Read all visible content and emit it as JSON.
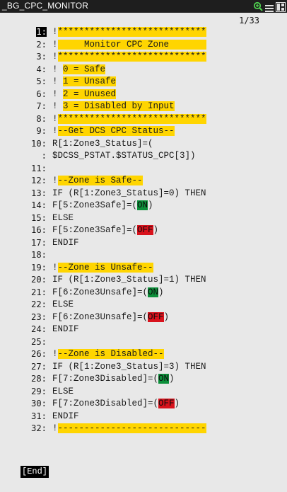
{
  "window": {
    "title": "_BG_CPC_MONITOR",
    "icons": [
      "zoom-icon",
      "menu-icon",
      "split-icon"
    ]
  },
  "position_indicator": "1/33",
  "colors": {
    "highlight": "#ffd500",
    "on": "#0c8f3a",
    "off": "#d8121c",
    "background": "#e8e8e8"
  },
  "lines": [
    {
      "num": "1:",
      "segments": [
        {
          "t": "!"
        },
        {
          "t": "****************************",
          "cls": "hl"
        }
      ],
      "cursor": true
    },
    {
      "num": "2:",
      "segments": [
        {
          "t": "!"
        },
        {
          "t": "     Monitor CPC Zone       ",
          "cls": "hl"
        }
      ]
    },
    {
      "num": "3:",
      "segments": [
        {
          "t": "!"
        },
        {
          "t": "****************************",
          "cls": "hl"
        }
      ]
    },
    {
      "num": "4:",
      "segments": [
        {
          "t": "! "
        },
        {
          "t": "0 = Safe",
          "cls": "hl"
        }
      ]
    },
    {
      "num": "5:",
      "segments": [
        {
          "t": "! "
        },
        {
          "t": "1 = Unsafe",
          "cls": "hl"
        }
      ]
    },
    {
      "num": "6:",
      "segments": [
        {
          "t": "! "
        },
        {
          "t": "2 = Unused",
          "cls": "hl"
        }
      ]
    },
    {
      "num": "7:",
      "segments": [
        {
          "t": "! "
        },
        {
          "t": "3 = Disabled by Input",
          "cls": "hl"
        }
      ]
    },
    {
      "num": "8:",
      "segments": [
        {
          "t": "!"
        },
        {
          "t": "****************************",
          "cls": "hl"
        }
      ]
    },
    {
      "num": "9:",
      "segments": [
        {
          "t": "!"
        },
        {
          "t": "--Get DCS CPC Status--",
          "cls": "hl"
        }
      ]
    },
    {
      "num": "10:",
      "segments": [
        {
          "t": "R[1:Zone3_Status]=("
        }
      ]
    },
    {
      "num": ":",
      "segments": [
        {
          "t": "$DCSS_PSTAT.$STATUS_CPC[3])"
        }
      ]
    },
    {
      "num": "11:",
      "segments": [
        {
          "t": ""
        }
      ]
    },
    {
      "num": "12:",
      "segments": [
        {
          "t": "!"
        },
        {
          "t": "--Zone is Safe--",
          "cls": "hl"
        }
      ]
    },
    {
      "num": "13:",
      "segments": [
        {
          "t": "IF (R[1:Zone3_Status]=0) THEN"
        }
      ]
    },
    {
      "num": "14:",
      "segments": [
        {
          "t": "F[5:Zone3Safe]=("
        },
        {
          "t": "ON",
          "cls": "on"
        },
        {
          "t": ")"
        }
      ]
    },
    {
      "num": "15:",
      "segments": [
        {
          "t": "ELSE"
        }
      ]
    },
    {
      "num": "16:",
      "segments": [
        {
          "t": "F[5:Zone3Safe]=("
        },
        {
          "t": "OFF",
          "cls": "off"
        },
        {
          "t": ")"
        }
      ]
    },
    {
      "num": "17:",
      "segments": [
        {
          "t": "ENDIF"
        }
      ]
    },
    {
      "num": "18:",
      "segments": [
        {
          "t": ""
        }
      ]
    },
    {
      "num": "19:",
      "segments": [
        {
          "t": "!"
        },
        {
          "t": "--Zone is Unsafe--",
          "cls": "hl"
        }
      ]
    },
    {
      "num": "20:",
      "segments": [
        {
          "t": "IF (R[1:Zone3_Status]=1) THEN"
        }
      ]
    },
    {
      "num": "21:",
      "segments": [
        {
          "t": "F[6:Zone3Unsafe]=("
        },
        {
          "t": "ON",
          "cls": "on"
        },
        {
          "t": ")"
        }
      ]
    },
    {
      "num": "22:",
      "segments": [
        {
          "t": "ELSE"
        }
      ]
    },
    {
      "num": "23:",
      "segments": [
        {
          "t": "F[6:Zone3Unsafe]=("
        },
        {
          "t": "OFF",
          "cls": "off"
        },
        {
          "t": ")"
        }
      ]
    },
    {
      "num": "24:",
      "segments": [
        {
          "t": "ENDIF"
        }
      ]
    },
    {
      "num": "25:",
      "segments": [
        {
          "t": ""
        }
      ]
    },
    {
      "num": "26:",
      "segments": [
        {
          "t": "!"
        },
        {
          "t": "--Zone is Disabled--",
          "cls": "hl"
        }
      ]
    },
    {
      "num": "27:",
      "segments": [
        {
          "t": "IF (R[1:Zone3_Status]=3) THEN"
        }
      ]
    },
    {
      "num": "28:",
      "segments": [
        {
          "t": "F[7:Zone3Disabled]=("
        },
        {
          "t": "ON",
          "cls": "on"
        },
        {
          "t": ")"
        }
      ]
    },
    {
      "num": "29:",
      "segments": [
        {
          "t": "ELSE"
        }
      ]
    },
    {
      "num": "30:",
      "segments": [
        {
          "t": "F[7:Zone3Disabled]=("
        },
        {
          "t": "OFF",
          "cls": "off"
        },
        {
          "t": ")"
        }
      ]
    },
    {
      "num": "31:",
      "segments": [
        {
          "t": "ENDIF"
        }
      ]
    },
    {
      "num": "32:",
      "segments": [
        {
          "t": "!"
        },
        {
          "t": "----------------------------",
          "cls": "hl"
        }
      ]
    }
  ],
  "end_marker": "[End]"
}
